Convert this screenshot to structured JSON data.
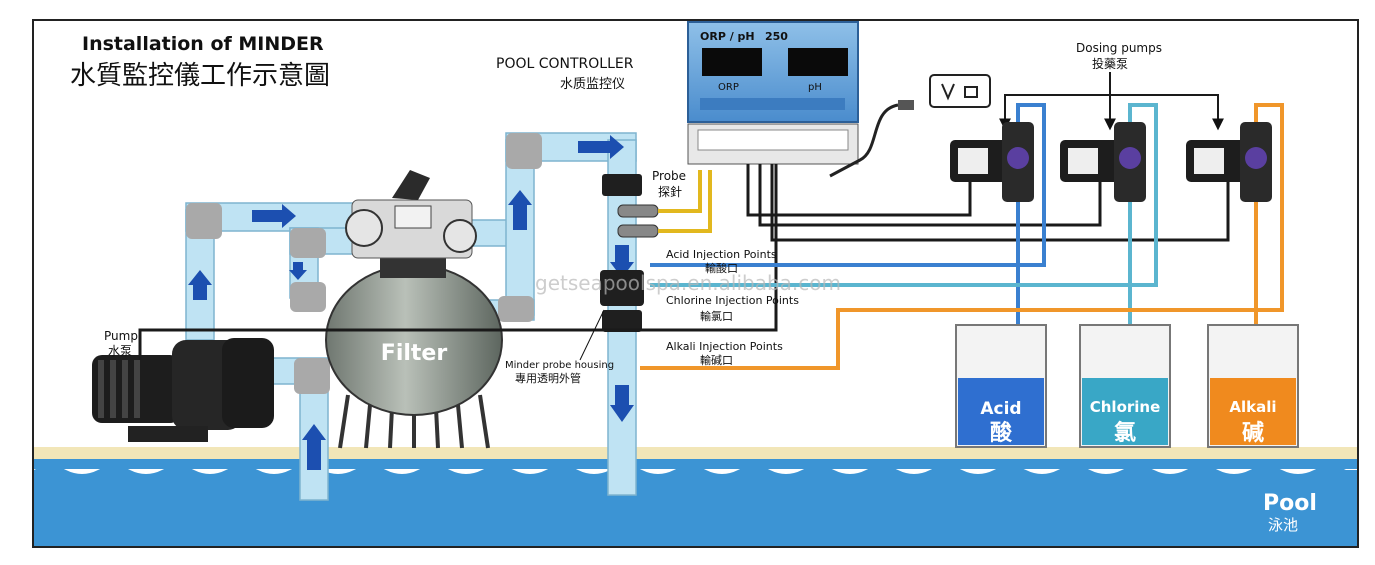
{
  "title": {
    "line1": "Installation of MINDER",
    "line2": "水質監控儀工作示意圖"
  },
  "controller": {
    "label_en": "POOL CONTROLLER",
    "label_cn": "水质监控仪",
    "panel_brand": "ORP / pH",
    "panel_model": "250",
    "display_left": "ORP",
    "display_right": "pH"
  },
  "dosing": {
    "label_en": "Dosing pumps",
    "label_cn": "投藥泵"
  },
  "probe": {
    "label_en": "Probe",
    "label_cn": "探針"
  },
  "injection": {
    "acid_en": "Acid Injection Points",
    "acid_cn": "輸酸口",
    "chlorine_en": "Chlorine Injection Points",
    "chlorine_cn": "輸氯口",
    "alkali_en": "Alkali Injection Points",
    "alkali_cn": "輸碱口"
  },
  "pump": {
    "label_en": "Pump",
    "label_cn": "水泵"
  },
  "filter": {
    "label": "Filter"
  },
  "housing": {
    "label_en": "Minder probe housing",
    "label_cn": "專用透明外管"
  },
  "tanks": [
    {
      "name_en": "Acid",
      "name_cn": "酸",
      "color": "#2f6fd0"
    },
    {
      "name_en": "Chlorine",
      "name_cn": "氯",
      "color": "#39a7c6"
    },
    {
      "name_en": "Alkali",
      "name_cn": "碱",
      "color": "#f08a1e"
    }
  ],
  "pool": {
    "label_en": "Pool",
    "label_cn": "泳池"
  },
  "watermark": "getseapoolspa.en.alibaba.com",
  "colors": {
    "pipe": "#bfe3f3",
    "pipe_stroke": "#7fb4cf",
    "elbow": "#a9a9a9",
    "water": "#3c94d4",
    "sand": "#f2e6b8",
    "acid_line": "#3a80d0",
    "chlorine_line": "#5bb5cf",
    "alkali_line": "#f0962a"
  }
}
